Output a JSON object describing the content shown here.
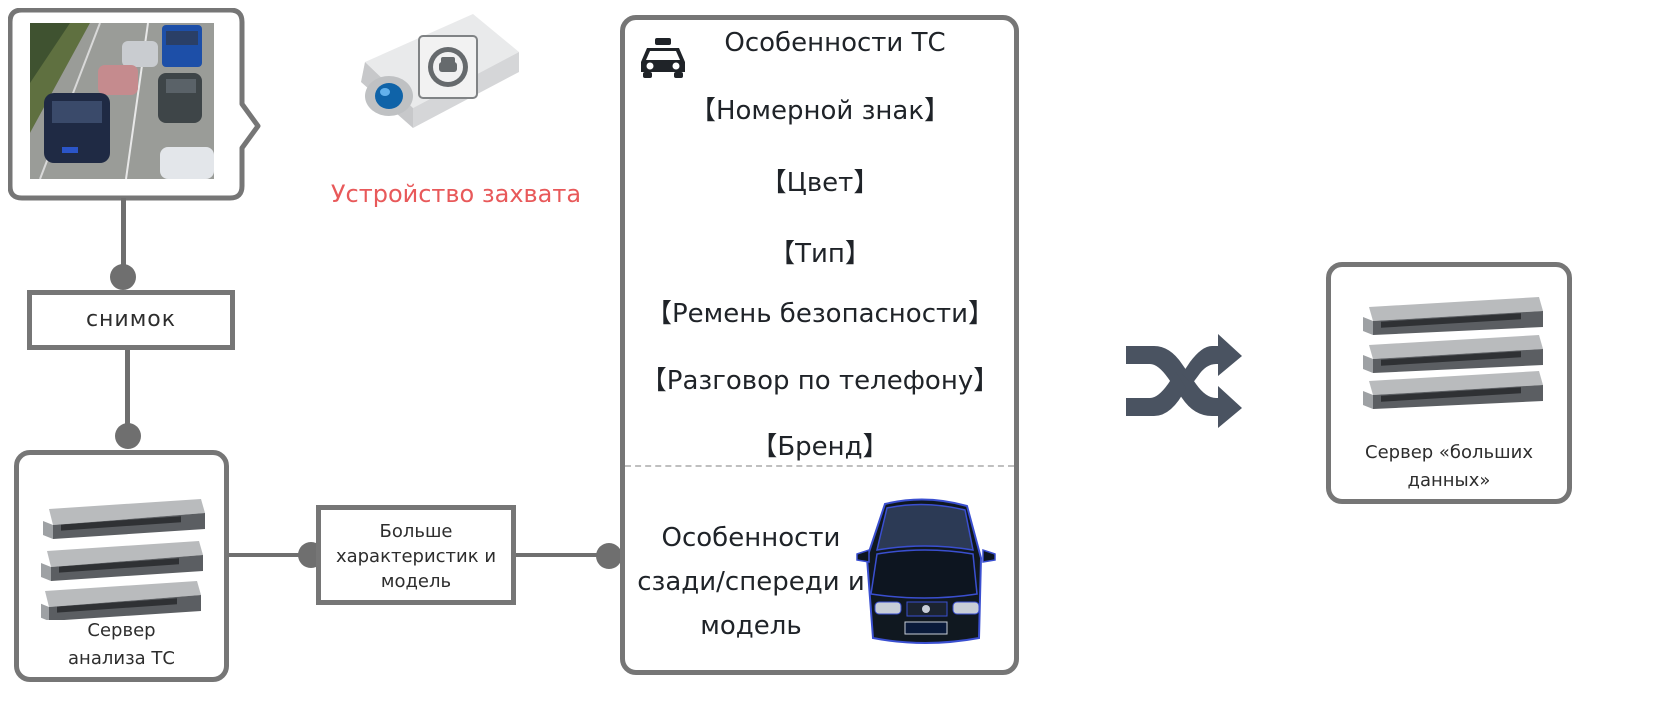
{
  "snapshot_label": "снимок",
  "capture_device": {
    "label": "Устройство захвата",
    "label_color": "#e8595a",
    "icon": "security-camera-icon"
  },
  "analysis_server": {
    "line1": "Сервер",
    "line2": "анализа ТС",
    "icon": "server-rack-icon"
  },
  "link_box": {
    "line1": "Больше",
    "line2": "характеристик и",
    "line3": "модель"
  },
  "features_panel": {
    "title": "Особенности ТС",
    "icon": "taxi-car-icon",
    "items": [
      "【Номерной знак】",
      "【Цвет】",
      "【Тип】",
      "【Ремень безопасности】",
      "【Разговор по телефону】",
      "【Бренд】"
    ],
    "bottom_line1": "Особенности",
    "bottom_line2": "сзади/спереди и",
    "bottom_line3": "модель"
  },
  "shuffle_icon": "shuffle-arrows-icon",
  "bigdata_server": {
    "line1": "Сервер «больших",
    "line2": "данных»",
    "icon": "server-rack-icon"
  },
  "colors": {
    "border": "#767676",
    "connector": "#6f6f6f",
    "shuffle": "#4a5361",
    "highlight": "#e8595a"
  }
}
